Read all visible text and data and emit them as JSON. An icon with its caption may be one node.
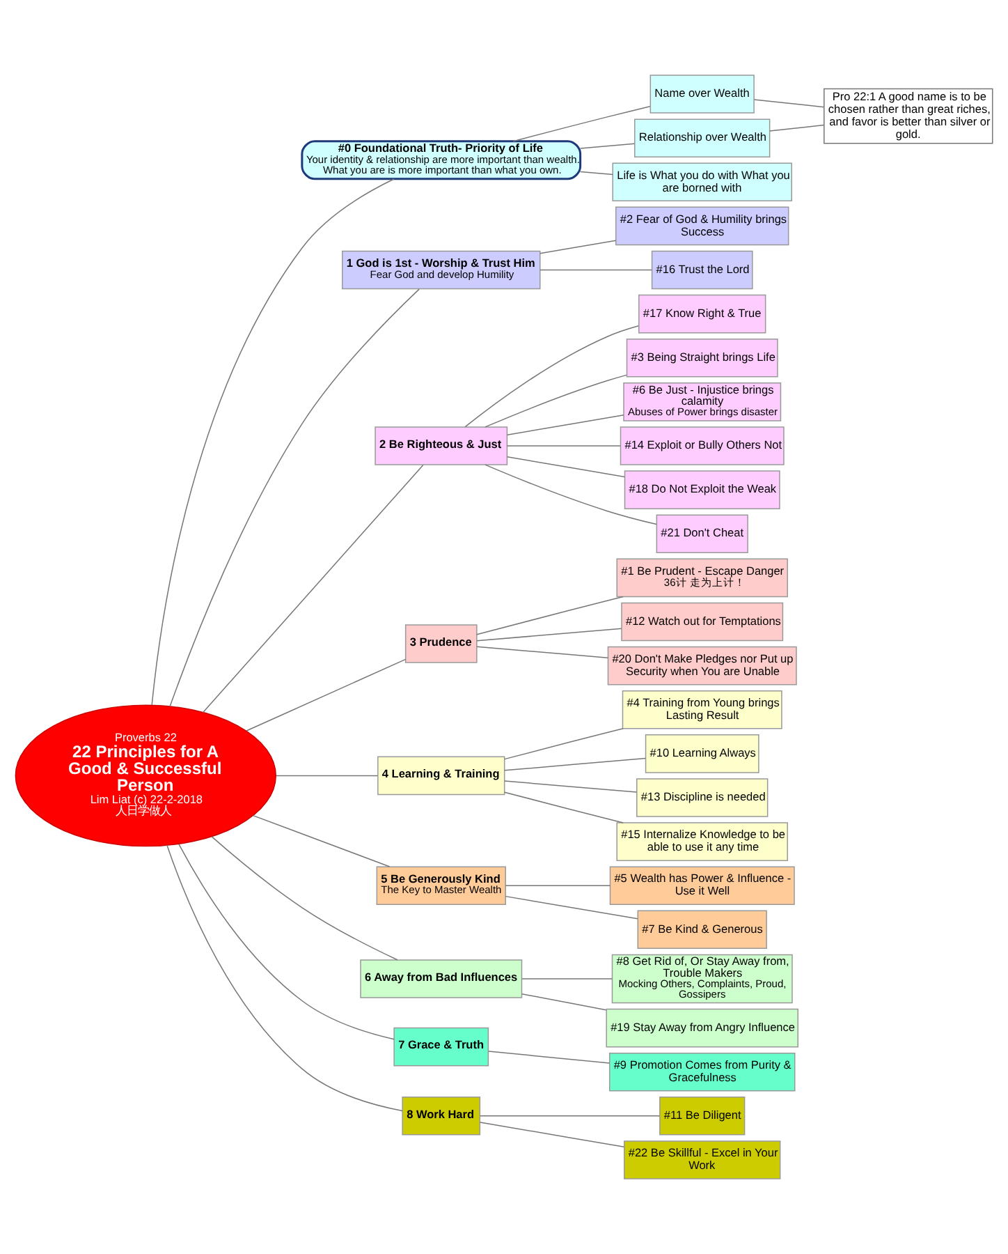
{
  "diagram": {
    "nodes": [
      {
        "text": [
          "Proverbs 22",
          "22 Principles for A Good & Successful Person",
          "Lim Liat (c) 22-2-2018",
          "人日学做人"
        ]
      },
      {
        "text": [
          "#0 Foundational Truth- Priority of Life",
          "Your identity & relationship are more important than wealth. What you are is more important than what you own."
        ]
      },
      {
        "text": [
          "Name over Wealth"
        ]
      },
      {
        "text": [
          "Relationship over Wealth"
        ]
      },
      {
        "text": [
          "Pro 22:1 A good name is to be chosen rather than great riches, and favor is better than silver or gold."
        ]
      },
      {
        "text": [
          "Life is What you do with What you are borned with"
        ]
      },
      {
        "text": [
          "1 God is 1st - Worship & Trust Him",
          "Fear God and develop Humility"
        ]
      },
      {
        "text": [
          "#2 Fear of God & Humility brings Success"
        ]
      },
      {
        "text": [
          "#16 Trust the Lord"
        ]
      },
      {
        "text": [
          "2 Be Righteous & Just"
        ]
      },
      {
        "text": [
          "#17 Know Right & True"
        ]
      },
      {
        "text": [
          "#3 Being Straight brings Life"
        ]
      },
      {
        "text": [
          "#6 Be Just - Injustice brings calamity",
          "Abuses of Power brings disaster"
        ]
      },
      {
        "text": [
          "#14 Exploit or Bully Others Not"
        ]
      },
      {
        "text": [
          "#18 Do Not Exploit the Weak"
        ]
      },
      {
        "text": [
          "#21 Don't Cheat"
        ]
      },
      {
        "text": [
          "3 Prudence"
        ]
      },
      {
        "text": [
          "#1 Be Prudent - Escape Danger",
          "36计 走为上计！"
        ]
      },
      {
        "text": [
          "#12 Watch out for Temptations"
        ]
      },
      {
        "text": [
          "#20 Don't Make Pledges nor Put up Security when You are Unable"
        ]
      },
      {
        "text": [
          "4 Learning & Training"
        ]
      },
      {
        "text": [
          "#4 Training from Young brings Lasting Result"
        ]
      },
      {
        "text": [
          "#10 Learning Always"
        ]
      },
      {
        "text": [
          "#13 Discipline is needed"
        ]
      },
      {
        "text": [
          "#15 Internalize Knowledge to be able to use it any time"
        ]
      },
      {
        "text": [
          "5 Be Generously Kind",
          "The Key to Master Wealth"
        ]
      },
      {
        "text": [
          "#5 Wealth has Power & Influence - Use it Well"
        ]
      },
      {
        "text": [
          "#7 Be Kind & Generous"
        ]
      },
      {
        "text": [
          "6 Away from Bad Influences"
        ]
      },
      {
        "text": [
          "#8 Get Rid of, Or Stay Away from, Trouble Makers",
          "Mocking Others, Complaints, Proud, Gossipers"
        ]
      },
      {
        "text": [
          "#19 Stay Away from Angry Influence"
        ]
      },
      {
        "text": [
          "7 Grace & Truth"
        ]
      },
      {
        "text": [
          "#9 Promotion Comes from Purity & Gracefulness"
        ]
      },
      {
        "text": [
          "8 Work Hard"
        ]
      },
      {
        "text": [
          "#11 Be Diligent"
        ]
      },
      {
        "text": [
          "#22 Be Skillful - Excel in Your Work"
        ]
      }
    ],
    "edges": [
      {
        "from": 0,
        "to": 1,
        "arrow": "none"
      },
      {
        "from": 1,
        "to": 2,
        "arrow": "none"
      },
      {
        "from": 1,
        "to": 3,
        "arrow": "none"
      },
      {
        "from": 2,
        "to": 4,
        "arrow": "none"
      },
      {
        "from": 3,
        "to": 4,
        "arrow": "none"
      },
      {
        "from": 1,
        "to": 5,
        "arrow": "none"
      },
      {
        "from": 0,
        "to": 6,
        "arrow": "none"
      },
      {
        "from": 6,
        "to": 7,
        "arrow": "none"
      },
      {
        "from": 6,
        "to": 8,
        "arrow": "none"
      },
      {
        "from": 0,
        "to": 9,
        "arrow": "none"
      },
      {
        "from": 9,
        "to": 10,
        "arrow": "none"
      },
      {
        "from": 9,
        "to": 11,
        "arrow": "none"
      },
      {
        "from": 9,
        "to": 12,
        "arrow": "none"
      },
      {
        "from": 9,
        "to": 13,
        "arrow": "none"
      },
      {
        "from": 9,
        "to": 14,
        "arrow": "none"
      },
      {
        "from": 9,
        "to": 15,
        "arrow": "none"
      },
      {
        "from": 0,
        "to": 16,
        "arrow": "none"
      },
      {
        "from": 16,
        "to": 17,
        "arrow": "none"
      },
      {
        "from": 16,
        "to": 18,
        "arrow": "none"
      },
      {
        "from": 16,
        "to": 19,
        "arrow": "none"
      },
      {
        "from": 0,
        "to": 20,
        "arrow": "none"
      },
      {
        "from": 20,
        "to": 21,
        "arrow": "none"
      },
      {
        "from": 20,
        "to": 22,
        "arrow": "none"
      },
      {
        "from": 20,
        "to": 23,
        "arrow": "none"
      },
      {
        "from": 20,
        "to": 24,
        "arrow": "none"
      },
      {
        "from": 0,
        "to": 25,
        "arrow": "none"
      },
      {
        "from": 25,
        "to": 26,
        "arrow": "none"
      },
      {
        "from": 25,
        "to": 27,
        "arrow": "none"
      },
      {
        "from": 0,
        "to": 28,
        "arrow": "none"
      },
      {
        "from": 28,
        "to": 29,
        "arrow": "none"
      },
      {
        "from": 28,
        "to": 30,
        "arrow": "none"
      },
      {
        "from": 0,
        "to": 31,
        "arrow": "none"
      },
      {
        "from": 31,
        "to": 32,
        "arrow": "none"
      },
      {
        "from": 0,
        "to": 33,
        "arrow": "none"
      },
      {
        "from": 33,
        "to": 34,
        "arrow": "none"
      },
      {
        "from": 33,
        "to": 35,
        "arrow": "none"
      }
    ]
  }
}
